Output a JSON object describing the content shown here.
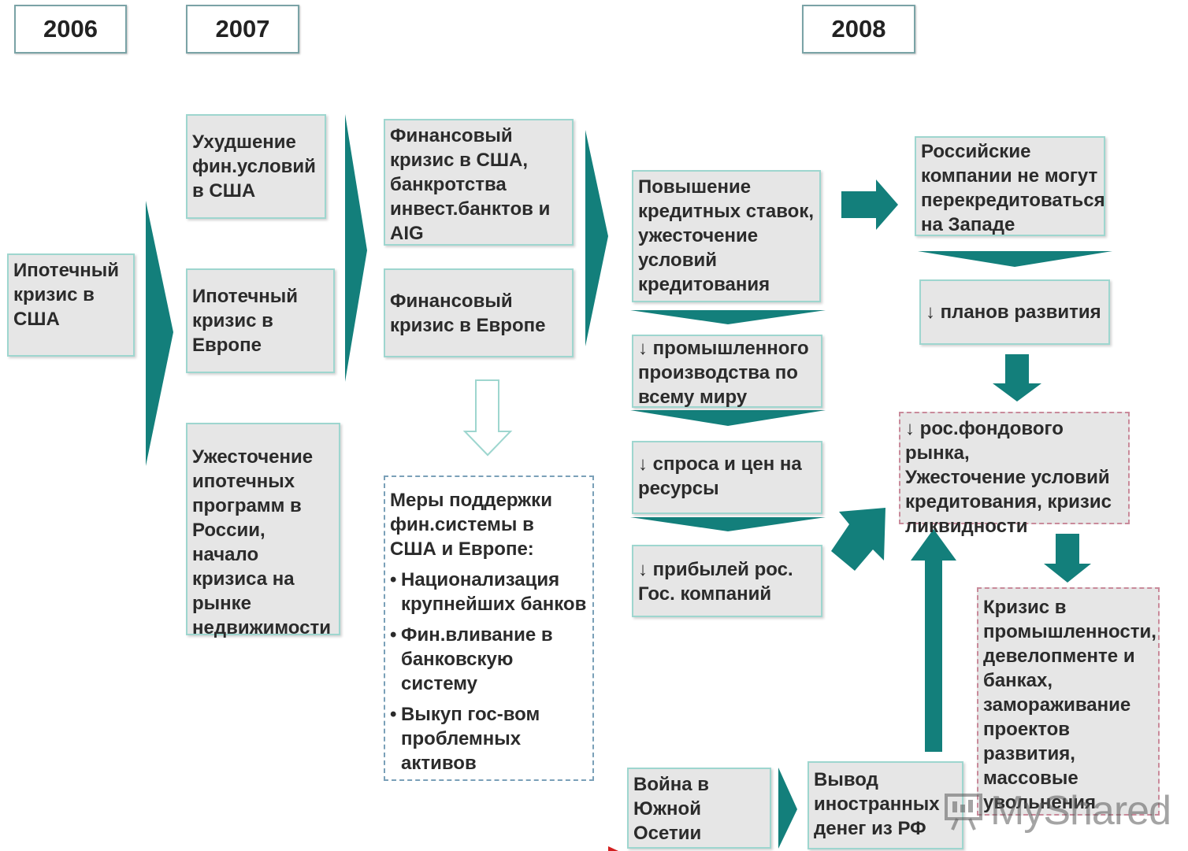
{
  "years": [
    "2006",
    "2007",
    "2008"
  ],
  "col1": {
    "us_mortgage_crisis": "Ипотечный\nкризис в\nСША"
  },
  "col2": {
    "us_fin_deterioration": "Ухудшение\nфин.условий\nв США",
    "eu_mortgage_crisis": "Ипотечный\nкризис в\nЕвропе",
    "ru_mortgage_tightening": "Ужесточение\nипотечных\nпрограмм в\nРоссии, начало\nкризиса на\nрынке\nнедвижимости"
  },
  "col3": {
    "us_fin_crisis": "Финансовый\nкризис  в США,\nбанкротства\nинвест.банктов и\nAIG",
    "eu_fin_crisis": "Финансовый\nкризис  в Европе"
  },
  "support": {
    "title": "Меры поддержки\nфин.системы в\nСША и Европе:",
    "items": [
      "Национализация\nкрупнейших банков",
      "Фин.вливание в\nбанковскую\nсистему",
      "Выкуп гос-вом\nпроблемных\nактивов"
    ]
  },
  "col4": {
    "rates_up": "Повышение\nкредитных ставок,\nужесточение\nусловий\nкредитования",
    "industry_down": "↓ промышленного\nпроизводства по\nвсему миру",
    "demand_down": "↓ спроса и цен на\nресурсы",
    "profits_down": "↓ прибылей рос.\nГос. компаний",
    "war": "Война в\nЮжной\nОсетии",
    "capital_outflow": "Вывод\nиностранных\nденег из РФ"
  },
  "col5": {
    "no_refinance": "Российские\nкомпании не могут\nперекредитоваться\nна Западе",
    "plans_down": "↓ планов развития",
    "market_down": "↓ рос.фондового рынка,\nУжесточение условий\nкредитования, кризис\nликвидности",
    "crisis_industry": "Кризис в\nпромышленности,\nдевелопменте и\nбанках,\nзамораживание\nпроектов\nразвития,\nмассовые\nувольнения"
  },
  "watermark": "MyShared",
  "colors": {
    "teal": "#137f7b",
    "box_bg": "#e6e6e6",
    "box_border": "#9ed6cf"
  }
}
